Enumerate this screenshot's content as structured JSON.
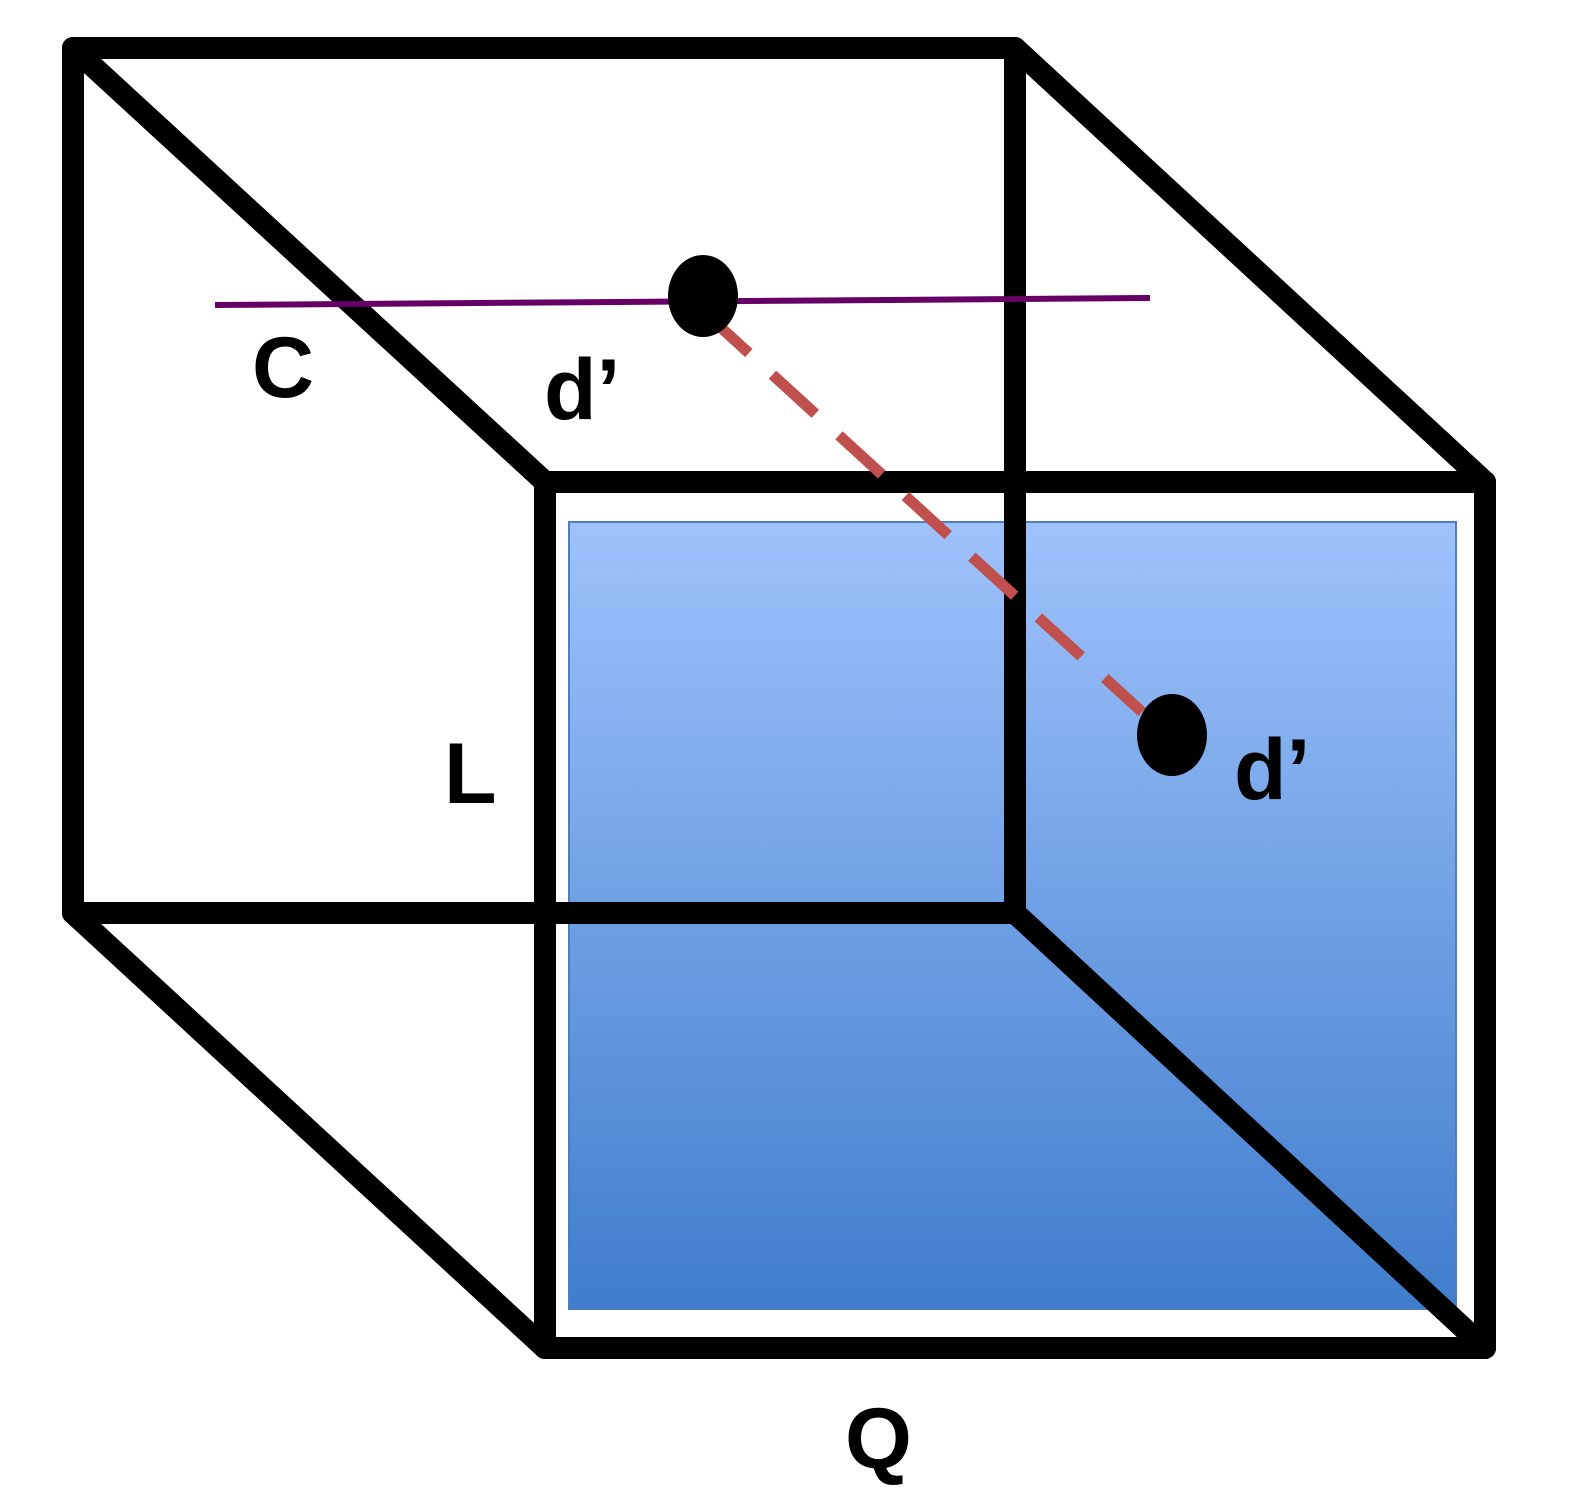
{
  "labels": {
    "c": "C",
    "d_prime_upper": "d’",
    "l": "L",
    "d_prime_lower": "d’",
    "q": "Q"
  },
  "colors": {
    "edges": "#000000",
    "plane_top": "#9fc2fc",
    "plane_bottom": "#3f7dcc",
    "plane_border": "#4a7fc4",
    "line_c": "#660066",
    "dashed_link": "#c0504d",
    "points": "#000000"
  }
}
